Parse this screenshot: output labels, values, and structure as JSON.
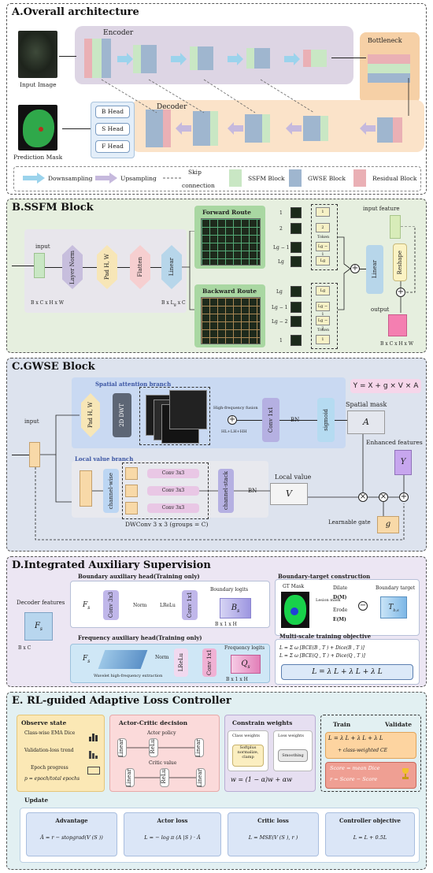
{
  "panels": {
    "a": {
      "title": "A.Overall architecture",
      "input_image": "Input Image",
      "encoder": "Encoder",
      "bottleneck": "Bottleneck",
      "decoder": "Decoder",
      "heads": [
        "B Head",
        "S Head",
        "F Head"
      ],
      "prediction_mask": "Prediction Mask",
      "legend": {
        "downsampling": "Downsampling",
        "upsampling": "Upsampling",
        "skip": "Skip",
        "connection": "connection",
        "ssfm": "SSFM Block",
        "gwse": "GWSE Block",
        "residual": "Residual Block"
      }
    },
    "b": {
      "title": "B.SSFM Block",
      "input": "input",
      "layer_norm": "Layer Norm",
      "pad": "Pad H, W",
      "flatten": "Flatten",
      "linear": "Linear",
      "shape_in": "B x C x H x W",
      "shape_tok": "B x L",
      "shape_tok_sub": "g",
      "shape_tok_end": " x C",
      "forward_route": "Forward Route",
      "backward_route": "Backward Route",
      "fwd_idx": [
        "1",
        "2",
        "Lg − 1",
        "Lg"
      ],
      "bwd_idx": [
        "Lg",
        "Lg − 1",
        "Lg − 2",
        "1"
      ],
      "token": "Token",
      "input_feature": "input feature",
      "linear2": "Linear",
      "reshape": "Reshape",
      "output": "output",
      "shape_out": "B x C x H x W"
    },
    "c": {
      "title": "C.GWSE Block",
      "spatial_branch": "Spatial attention branch",
      "equation": "Y = X + g × V × A",
      "input": "input",
      "pad": "Pad H, W",
      "dwt": "2D DWT",
      "hf_fusion": "High-frequency fusion",
      "hf_bands": "HL+LH+HH",
      "conv1": "Conv 1x1",
      "bn": "BN",
      "sigmoid": "sigmoid",
      "spatial_mask": "Spatial mask",
      "a_label": "A",
      "enhanced": "Enhanced features",
      "y_label": "Y",
      "local_branch": "Local value branch",
      "channel_wise": "channel-wise",
      "conv3": [
        "Conv 3x3",
        "Conv 3x3",
        "Conv 3x3"
      ],
      "channel_stack": "channel-stack",
      "bn2": "BN",
      "local_value": "Local value",
      "v_label": "V",
      "dwconv": "DWConv 3 x 3 (groups = C)",
      "gate": "Learnable gate",
      "g_label": "g"
    },
    "d": {
      "title": "D.Integrated Auxiliary Supervision",
      "boundary_head": "Boundary auxiliary head(Training only)",
      "decoder_features": "Decoder features",
      "fs": "F",
      "fs_sub": "s",
      "shape": "B x C",
      "conv": "Conv 3x3",
      "norm": "Norm",
      "relu": "LReLu",
      "conv2": "Conv 1x1",
      "boundary_logits": "Boundary logits",
      "bs": "B",
      "bs_sub": "s",
      "shape_logits": "B x 1 x H",
      "gt_mask": "GT Mask",
      "lesion_mask": "Lesion mask",
      "construction": "Boundary-target construction",
      "dilate": "Dilate",
      "dm": "D(M)",
      "erode": "Erode",
      "em": "E(M)",
      "boundary_target": "Boundary target",
      "tb": "T",
      "tb_sub": "b,s",
      "freq_head": "Frequency auxiliary head(Training only)",
      "wavelet": "Wavelet high-frequency extraction",
      "freq_logits": "Frequency logits",
      "qs": "Q",
      "qs_sub": "s",
      "multi_scale": "Multi-scale training objective",
      "lb": "L  = Σ  ω  [BCE(B , T   ) + Dice(B , T   )]",
      "lf": "L  = Σ  ω  [BCE(Q , T   ) + Dice(Q , T   )]",
      "total": "L = λ    L    + λ  L  + λ  L"
    },
    "e": {
      "title": "E. RL-guided Adaptive Loss Controller",
      "observe": "Observe state",
      "observe_items": [
        "Class-wise EMA Dice",
        "Validation-loss trend",
        "Epoch progress",
        "p  = epoch/total epochs"
      ],
      "actor_critic": "Actor-Critic decision",
      "actor_policy": "Actor policy",
      "critic_value": "Critic value",
      "linear": "Linear",
      "relu": "ReLu",
      "constrain": "Constrain weights",
      "class_weights": "Class weights",
      "loss_weights": "Loss weights",
      "softplus": "Softplus",
      "normalize": "normalize, clamp",
      "smoothing": "Smoothing",
      "w_update": "w  = (1 − α)w    + αw",
      "train": "Train",
      "validate": "Validate",
      "loss_combo": "L = λ    L    + λ  L  + λ  L",
      "class_weighted": "+ class-weighted CE",
      "score": "Score  = mean Dice",
      "reward": "r  = Score  − Score",
      "update": "Update",
      "advantage": "Advantage",
      "actor_loss": "Actor loss",
      "critic_loss": "Critic loss",
      "controller_obj": "Controller objective",
      "adv_formula": "Â  = r  − stopgrad(V (S ))",
      "actor_formula": "L      = − log π (A   |S ) · Â",
      "critic_formula": "L       = MSE(V (S ), r )",
      "ctrl_formula": "L   = L      + 0.5L"
    }
  },
  "colors": {
    "panel_a_bg": "#ffffff",
    "panel_b_bg": "#e6efdf",
    "panel_c_bg": "#dde3ee",
    "panel_d_bg": "#ece6f3",
    "panel_e_bg": "#e2f0f2",
    "ssfm": "#c9e7c4",
    "gwse": "#9fb6cf",
    "residual": "#eab0b5",
    "arrow_down": "#9bd3ec",
    "arrow_up": "#c6b9dd"
  }
}
